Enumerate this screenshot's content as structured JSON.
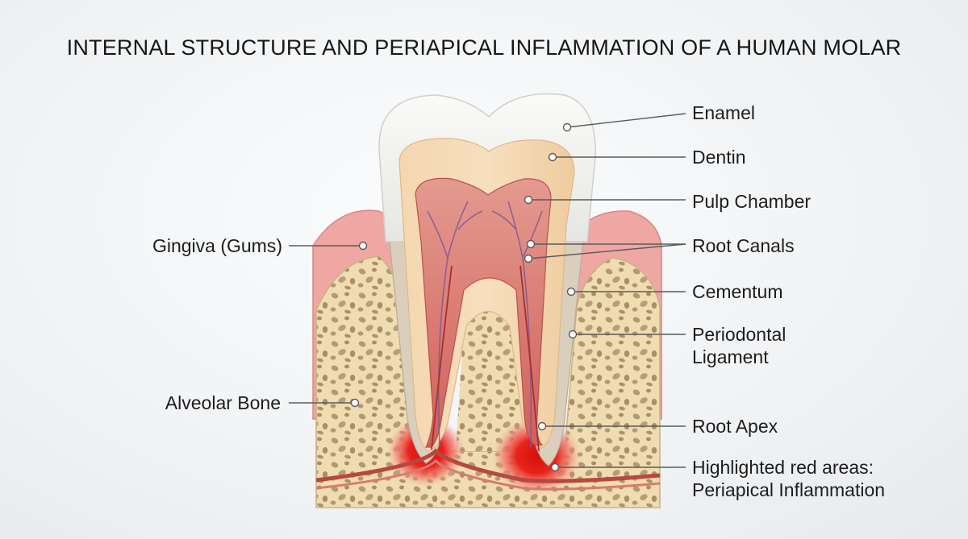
{
  "title": "INTERNAL STRUCTURE AND PERIAPICAL INFLAMMATION OF A HUMAN MOLAR",
  "labels": {
    "enamel": "Enamel",
    "dentin": "Dentin",
    "pulp_chamber": "Pulp Chamber",
    "root_canals": "Root Canals",
    "cementum": "Cementum",
    "periodontal_ligament_1": "Periodontal",
    "periodontal_ligament_2": "Ligament",
    "root_apex": "Root Apex",
    "inflammation_1": "Highlighted red areas:",
    "inflammation_2": "Periapical Inflammation",
    "gingiva": "Gingiva (Gums)",
    "alveolar_bone": "Alveolar Bone"
  },
  "colors": {
    "enamel": "#f4f4f2",
    "dentin": "#f2d2a8",
    "pulp": "#d9736d",
    "gingiva": "#ea9c98",
    "bone": "#efdcb0",
    "bone_pores": "#b59a72",
    "inflammation": "#e11a14",
    "leader_line": "#555555"
  }
}
